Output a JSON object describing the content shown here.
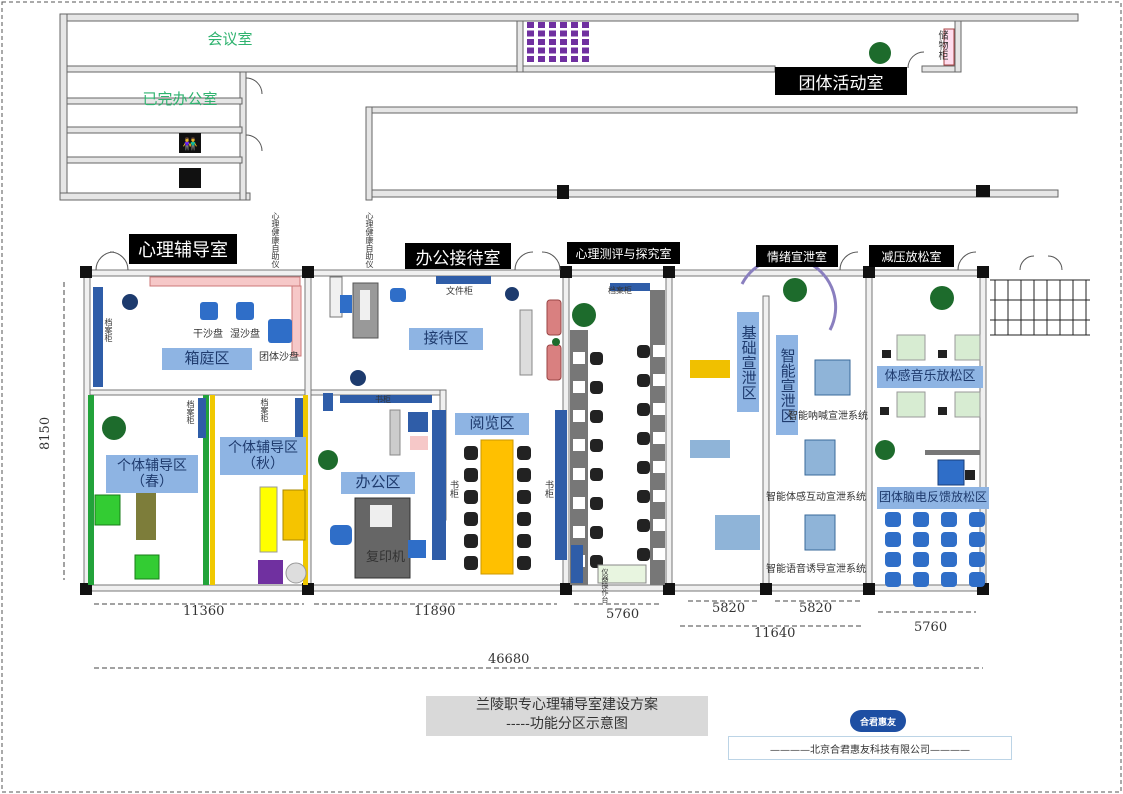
{
  "rooms": {
    "meeting": "会议室",
    "office_built": "已完办公室",
    "group_activity": "团体活动室",
    "storage": "储物柜",
    "counseling": "心理辅导室",
    "reception_office": "办公接待室",
    "assessment": "心理测评与探究室",
    "emotion": "情绪宣泄室",
    "relax": "减压放松室"
  },
  "zones": {
    "sandbox": "箱庭区",
    "individual_spring": "个体辅导区（春）",
    "individual_autumn": "个体辅导区（秋）",
    "reception": "接待区",
    "reading": "阅览区",
    "office": "办公区",
    "basic_vent": "基础宣泄区",
    "smart_vent": "智能宣泄区",
    "music_relax": "体感音乐放松区",
    "eeg_relax": "团体脑电反馈放松区"
  },
  "labels": {
    "dry_sand": "干沙盘",
    "wet_sand": "湿沙盘",
    "group_sand": "团体沙盘",
    "archive": "档案柜",
    "file_cabinet": "文件柜",
    "bookcase": "书柜",
    "printer": "复印机",
    "self_help": "心理健康自助仪",
    "console": "仪器操作台",
    "shout": "智能呐喊宣泄系统",
    "somatic": "智能体感互动宣泄系统",
    "voice": "智能语音诱导宣泄系统"
  },
  "dimensions": {
    "d1": "11360",
    "d2": "11890",
    "d3": "5760",
    "d4": "5820",
    "d5": "5820",
    "d6": "11640",
    "d7": "5760",
    "total": "46680",
    "height": "8150"
  },
  "footer": {
    "title_line1": "兰陵职专心理辅导室建设方案",
    "title_line2": "-----功能分区示意图",
    "company": "————北京合君惠友科技有限公司————",
    "logo_text": "合君惠友"
  },
  "colors": {
    "wall": "#555555",
    "cabinet": "#2f5da8",
    "zone_label": "#8eb4e3",
    "green_partition": "#22a33a",
    "yellow_partition": "#f0c800",
    "reading_table": "#ffc000"
  }
}
